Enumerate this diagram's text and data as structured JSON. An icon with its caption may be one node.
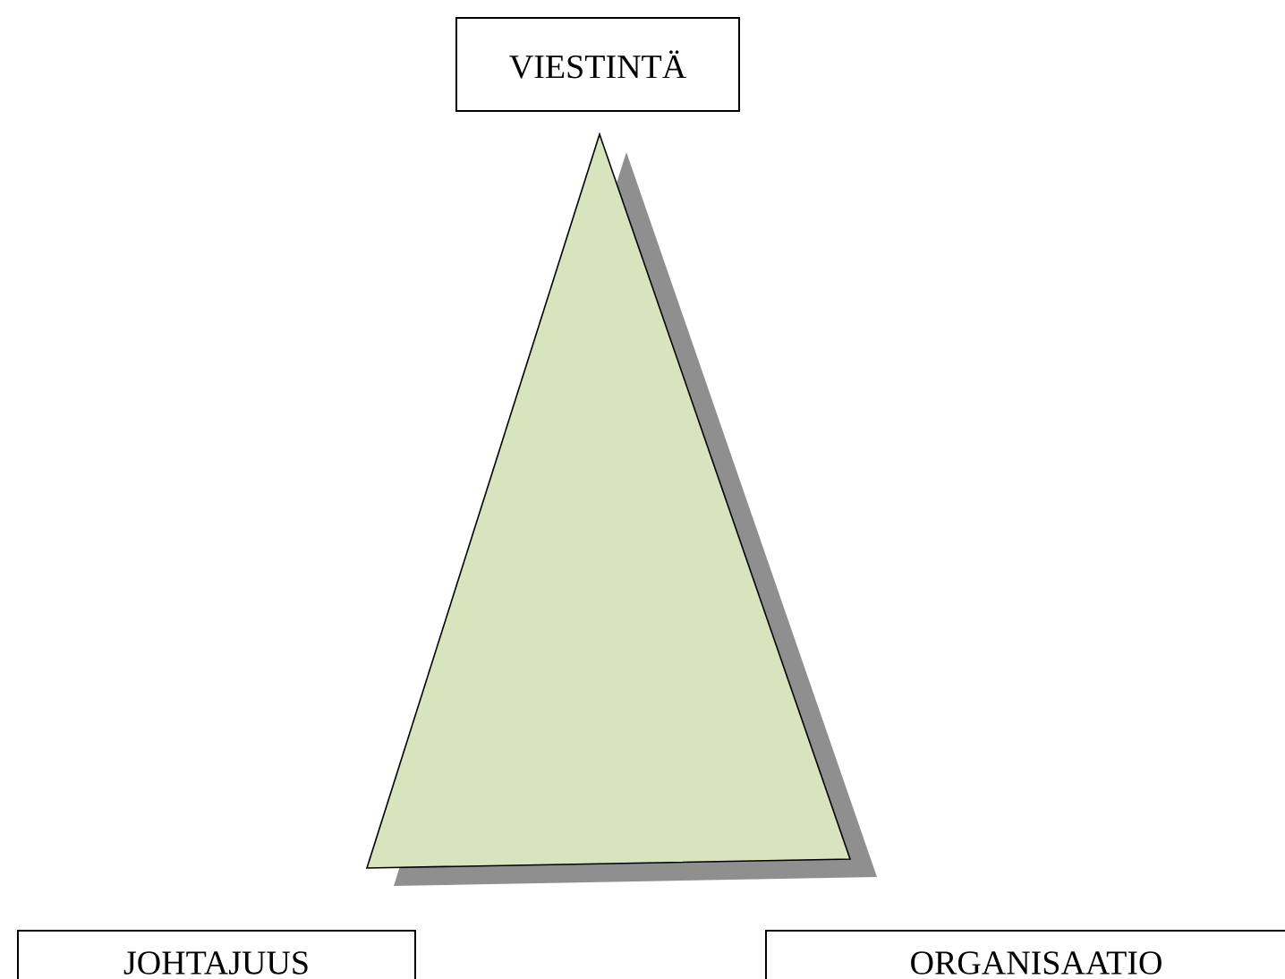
{
  "diagram": {
    "nodes": [
      {
        "text": [
          "VIESTINTÄ"
        ]
      },
      {
        "text": [],
        "shape": "triangle"
      },
      {
        "text": [
          "JOHTAJUUS"
        ]
      },
      {
        "text": [
          "ORGANISAATIO"
        ]
      }
    ]
  }
}
